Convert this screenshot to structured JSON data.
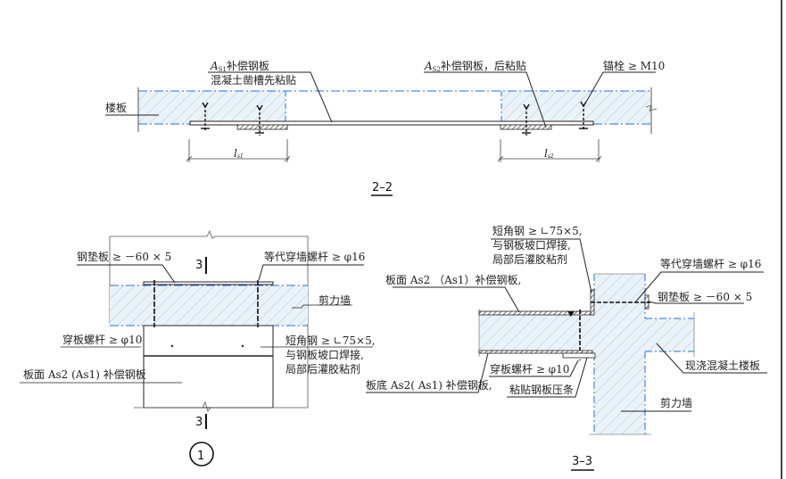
{
  "colors": {
    "line": "#1a1a1a",
    "concrete_fill": "#e6f1f7",
    "hatch": "#9fb4c4",
    "axis_blue": "#2a6fd6",
    "text": "#222222"
  },
  "section_2_2": {
    "title": "2–2",
    "labels": {
      "slab": "楼板",
      "plate_s1_line1_sym": "A",
      "plate_s1_line1_sub": "S1",
      "plate_s1_line1_text": "补偿钢板",
      "plate_s1_line2": "混凝土凿槽先粘贴",
      "plate_s2_sym": "A",
      "plate_s2_sub": "S2",
      "plate_s2_text": "补偿钢板，后粘贴",
      "anchor": "锚栓 ≥ M10",
      "dim_left_sym": "l",
      "dim_left_sub": "s1",
      "dim_right_sym": "l",
      "dim_right_sub": "s2"
    }
  },
  "detail_1": {
    "number": "1",
    "section_mark": "3",
    "labels": {
      "pad_plate": "钢垫板 ≥ －60 × 5",
      "equiv_bolt": "等代穿墙螺杆 ≥ φ16",
      "shear_wall": "剪力墙",
      "through_bolt": "穿板螺杆 ≥ φ10",
      "angle_line1": "短角钢 ≥ ∟75×5,",
      "angle_line2": "与钢板坡口焊接,",
      "angle_line3": "局部后灌胶粘剂",
      "top_plate": "板面 As2 (As1) 补偿钢板"
    }
  },
  "section_3_3": {
    "title": "3–3",
    "labels": {
      "angle_line1": "短角钢 ≥ ∟75×5,",
      "angle_line2": "与钢板坡口焊接,",
      "angle_line3": "局部后灌胶粘剂",
      "equiv_bolt": "等代穿墙螺杆 ≥ φ16",
      "top_plate": "板面 As2 （As1）补偿钢板,",
      "pad_plate": "钢垫板 ≥ －60 × 5",
      "cast_slab": "现浇混凝土楼板",
      "through_bolt": "穿板螺杆 ≥ φ10",
      "bottom_plate": "板底 As2( As1) 补偿钢板,",
      "strip": "粘贴钢板压条",
      "shear_wall": "剪力墙"
    }
  }
}
